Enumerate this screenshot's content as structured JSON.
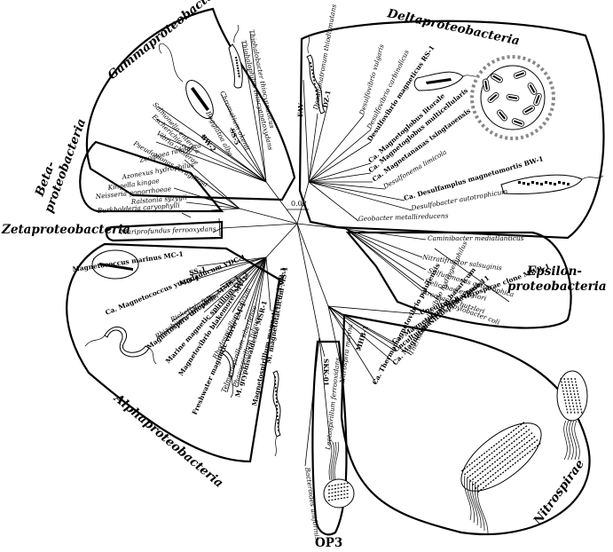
{
  "tree": {
    "scale_label": "0.02",
    "groups": {
      "gamma": "Gammaproteobacteria",
      "delta": "Deltaproteobacteria",
      "beta": "Beta-\nproteobacteria",
      "zeta": "Zetaproteobacteria",
      "epsilon": "Epsilon-\nproteobacteria",
      "alpha": "Alphaproteobacteria",
      "nitrospirae": "Nitrospirae",
      "op3": "OP3"
    },
    "leaves": [
      {
        "id": "thiohalobacter",
        "text": "Thiohalobacter thiocyanaticus",
        "magnetotactic": false
      },
      {
        "id": "thiohalophilus",
        "text": "Thiohalophilus thiocyanatoxydans",
        "magnetotactic": false
      },
      {
        "id": "ss5",
        "text": "SS-5",
        "magnetotactic": true
      },
      {
        "id": "chromatium",
        "text": "Chromatium okenii",
        "magnetotactic": false
      },
      {
        "id": "beggiatoa",
        "text": "Beggiatoa alba",
        "magnetotactic": false
      },
      {
        "id": "bw2",
        "text": "BW-2",
        "magnetotactic": true
      },
      {
        "id": "salmonella",
        "text": "Salmonella enterica",
        "magnetotactic": false
      },
      {
        "id": "ecoli",
        "text": "Escherichia coli",
        "magnetotactic": false
      },
      {
        "id": "vibrio",
        "text": "Vibrio cholerae",
        "magnetotactic": false
      },
      {
        "id": "pseudomonas",
        "text": "Pseudomonas aeruginosa",
        "magnetotactic": false
      },
      {
        "id": "zoogloea",
        "text": "Zoogloea ramigera",
        "magnetotactic": false
      },
      {
        "id": "azonexus",
        "text": "Azonexus hydrophilus",
        "magnetotactic": false
      },
      {
        "id": "kingella",
        "text": "Kingella kingae",
        "magnetotactic": false
      },
      {
        "id": "neisseria",
        "text": "Neisseria gonorrhoeae",
        "magnetotactic": false
      },
      {
        "id": "ralstonia",
        "text": "Ralstonia syzygii",
        "magnetotactic": false
      },
      {
        "id": "burkholderia",
        "text": "Burkholderia caryophylli",
        "magnetotactic": false
      },
      {
        "id": "mariprofundus",
        "text": "Mariprofundus ferrooxydans",
        "magnetotactic": false
      },
      {
        "id": "fav",
        "text": "FAV",
        "magnetotactic": true
      },
      {
        "id": "desulfonatronum",
        "text": "Desulfonatronum thiodismutans",
        "magnetotactic": false
      },
      {
        "id": "dz1",
        "text": "DZ-1",
        "magnetotactic": true
      },
      {
        "id": "dvulgaris",
        "text": "Desulfovibrio vulgaris",
        "magnetotactic": false
      },
      {
        "id": "dcarbinolicus",
        "text": "Desulfovibrio carbinolicus",
        "magnetotactic": false
      },
      {
        "id": "dmagneticus",
        "text": "Desulfovibrio magneticus RS-1",
        "magnetotactic": true
      },
      {
        "id": "mlittorale",
        "text": "Ca. Magnetoglobus litorale",
        "magnetotactic": true
      },
      {
        "id": "mmulticellularis",
        "text": "Ca. Magnetoglobus multicellularis",
        "magnetotactic": true
      },
      {
        "id": "mtsingtaoensis",
        "text": "Ca. Magnetananas tsingtaoensis",
        "magnetotactic": true
      },
      {
        "id": "dlimicola",
        "text": "Desulfonema limicola",
        "magnetotactic": false
      },
      {
        "id": "dmagnetomortis",
        "text": "Ca. Desulfamplus magnetomortis BW-1",
        "magnetotactic": true
      },
      {
        "id": "dautotrophicum",
        "text": "Desulfobacter autotrophicum",
        "magnetotactic": false
      },
      {
        "id": "geobacter",
        "text": "Geobacter metallireducens",
        "magnetotactic": false
      },
      {
        "id": "caminibacter",
        "text": "Caminibacter mediatlanticus",
        "magnetotactic": false
      },
      {
        "id": "nitratifractor",
        "text": "Nitratifractor salsuginis",
        "magnetotactic": false
      },
      {
        "id": "sulfurimonas",
        "text": "Sulfurimonas autotrophica",
        "magnetotactic": false
      },
      {
        "id": "helicobacter",
        "text": "Helicobacter pylori",
        "magnetotactic": false
      },
      {
        "id": "arcobacter",
        "text": "Arcobacter butzleri",
        "magnetotactic": false
      },
      {
        "id": "campylobacter",
        "text": "Campylobacter coli",
        "magnetotactic": false
      },
      {
        "id": "mmarinus",
        "text": "Magnetococcus marinus MC-1",
        "magnetotactic": true
      },
      {
        "id": "ss1",
        "text": "SS-1",
        "magnetotactic": true
      },
      {
        "id": "mo1",
        "text": "MO-1",
        "magnetotactic": true
      },
      {
        "id": "myuandaducum",
        "text": "Ca. Magnetococcus yuandaducum VDC-1",
        "magnetotactic": true
      },
      {
        "id": "rickettsia",
        "text": "Rickettsia felis",
        "magnetotactic": false
      },
      {
        "id": "rhizobium",
        "text": "Rhizobium radiobacter",
        "magnetotactic": false
      },
      {
        "id": "mthiophila",
        "text": "Magnetospira thiophila MMS-1",
        "magnetotactic": true
      },
      {
        "id": "marinespirillum",
        "text": "Marine magnetic spirillum QH-2",
        "magnetotactic": true
      },
      {
        "id": "mblakemorei",
        "text": "Magnetovibrio blakemorei MV-1",
        "magnetotactic": true
      },
      {
        "id": "rrubrum",
        "text": "Rhodospirillum rubrum",
        "magnetotactic": false
      },
      {
        "id": "fmvlm1",
        "text": "Freshwater magnetic vibrio LM-1",
        "magnetotactic": true
      },
      {
        "id": "tshenense",
        "text": "Telmatospirillum siberiense",
        "magnetotactic": false
      },
      {
        "id": "pfulvum",
        "text": "Phaeospirillum fulvum",
        "magnetotactic": false
      },
      {
        "id": "mgryph",
        "text": "M. gryphiswaldense MSR-1",
        "magnetotactic": true
      },
      {
        "id": "mmagneticum",
        "text": "Magnetospirillum magneticum AMB-1",
        "magnetotactic": true
      },
      {
        "id": "mms1",
        "text": "M. magnetotacticum MS-1",
        "magnetotactic": true
      },
      {
        "id": "mwb1",
        "text": "Uncultured Nitrospirae clone MWB-1",
        "magnetotactic": true
      },
      {
        "id": "mmohavensis",
        "text": "Ca. Magnetovum mohavensis",
        "magnetotactic": true
      },
      {
        "id": "clone11",
        "text": "Uncultured Nitrospirae clone 11",
        "magnetotactic": true
      },
      {
        "id": "mbavaricum",
        "text": "Ca. Magnetobacterium bavaricum",
        "magnetotactic": true
      },
      {
        "id": "mhb1",
        "text": "MHB-1",
        "magnetotactic": true
      },
      {
        "id": "thydrogeniphilus",
        "text": "Thermodesulfovibrio hydrogeniphilus",
        "magnetotactic": false
      },
      {
        "id": "tpalustris",
        "text": "Ca. Thermomagnetovibrio paiutensis",
        "magnetotactic": true
      },
      {
        "id": "nmarina",
        "text": "Nitrospira marina",
        "magnetotactic": false
      },
      {
        "id": "lferrooxidans",
        "text": "Leptospirillum ferrooxidans",
        "magnetotactic": false
      },
      {
        "id": "sko1",
        "text": "SKK-01",
        "magnetotactic": true
      },
      {
        "id": "buniformis",
        "text": "Bacteroides uniformis",
        "magnetotactic": false
      }
    ]
  }
}
